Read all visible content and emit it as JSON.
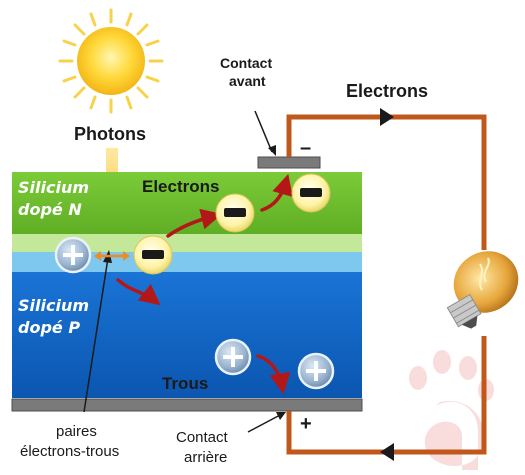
{
  "labels": {
    "photons": "Photons",
    "contact_front_line1": "Contact",
    "contact_front_line2": "avant",
    "electrons_circuit": "Electrons",
    "silicon_n_line1": "Silicium",
    "silicon_n_line2": "dopé N",
    "electrons_layer": "Electrons",
    "silicon_p_line1": "Silicium",
    "silicon_p_line2": "dopé P",
    "holes": "Trous",
    "pairs_line1": "paires",
    "pairs_line2": "électrons-trous",
    "contact_back_line1": "Contact",
    "contact_back_line2": "arrière",
    "minus_sign": "–",
    "plus_sign": "+"
  },
  "colors": {
    "n_layer": "#6fbf2f",
    "junction_light": "#c4e89a",
    "junction_blue": "#7ec8f0",
    "p_layer": "#1167c9",
    "wire": "#c0581c",
    "contact": "#808080",
    "arrow_red": "#b21818",
    "sun": "#f7c51c"
  },
  "icons": {
    "sun": "sun-icon",
    "bulb": "light-bulb-icon",
    "electron": "minus-circle-icon",
    "hole": "plus-circle-icon",
    "watermark": "logo-watermark"
  }
}
